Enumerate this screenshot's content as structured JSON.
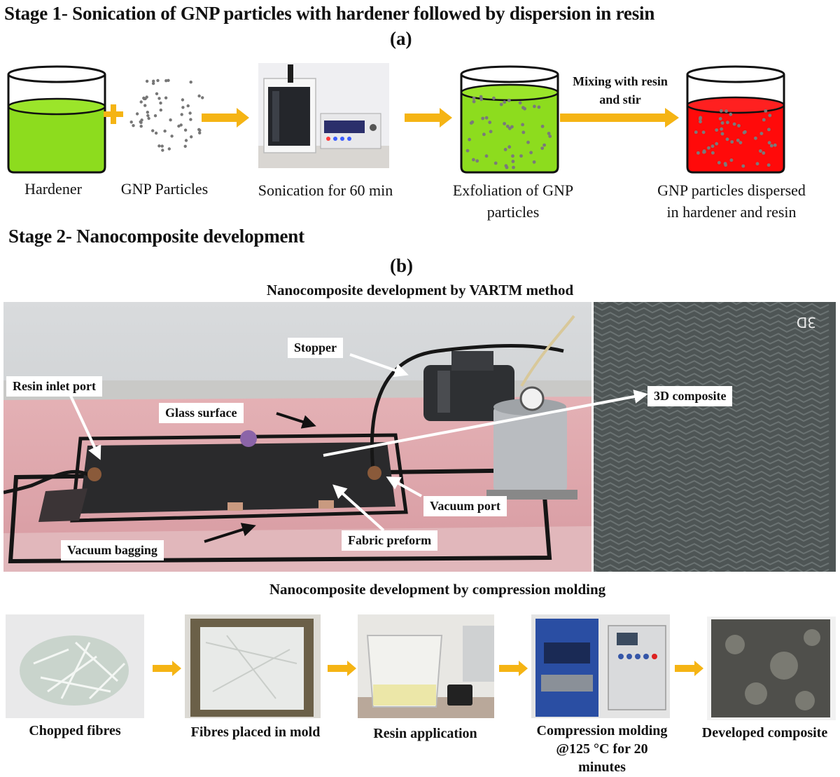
{
  "stage1": {
    "title": "Stage 1- Sonication of GNP particles with hardener followed by dispersion in resin",
    "panel": "(a)",
    "mix_label_line1": "Mixing with resin",
    "mix_label_line2": "and stir",
    "captions": {
      "hardener": "Hardener",
      "gnp": "GNP Particles",
      "sonication": "Sonication for 60 min",
      "exfoliation_line1": "Exfoliation of GNP",
      "exfoliation_line2": "particles",
      "dispersed_line1": "GNP particles dispersed",
      "dispersed_line2": "in hardener and resin"
    }
  },
  "stage2": {
    "title": "Stage 2- Nanocomposite development",
    "panel": "(b)",
    "vartm_title": "Nanocomposite development by VARTM method",
    "callouts": {
      "stopper": "Stopper",
      "resin_inlet": "Resin inlet port",
      "glass_surface": "Glass surface",
      "composite_3d": "3D composite",
      "vacuum_port": "Vacuum port",
      "fabric_preform": "Fabric preform",
      "vacuum_bagging": "Vacuum bagging"
    },
    "compression_title": "Nanocomposite development by compression molding",
    "steps": {
      "chopped": "Chopped fibres",
      "placed": "Fibres placed in mold",
      "resin": "Resin application",
      "molding_line1": "Compression molding",
      "molding_line2": "@125 °C for 20",
      "molding_line3": "minutes",
      "developed": "Developed composite"
    }
  },
  "colors": {
    "arrow": "#f5b414",
    "hardener_liquid": "#8ddc1e",
    "resin_liquid": "#ff0a0a",
    "particle": "#777777"
  }
}
